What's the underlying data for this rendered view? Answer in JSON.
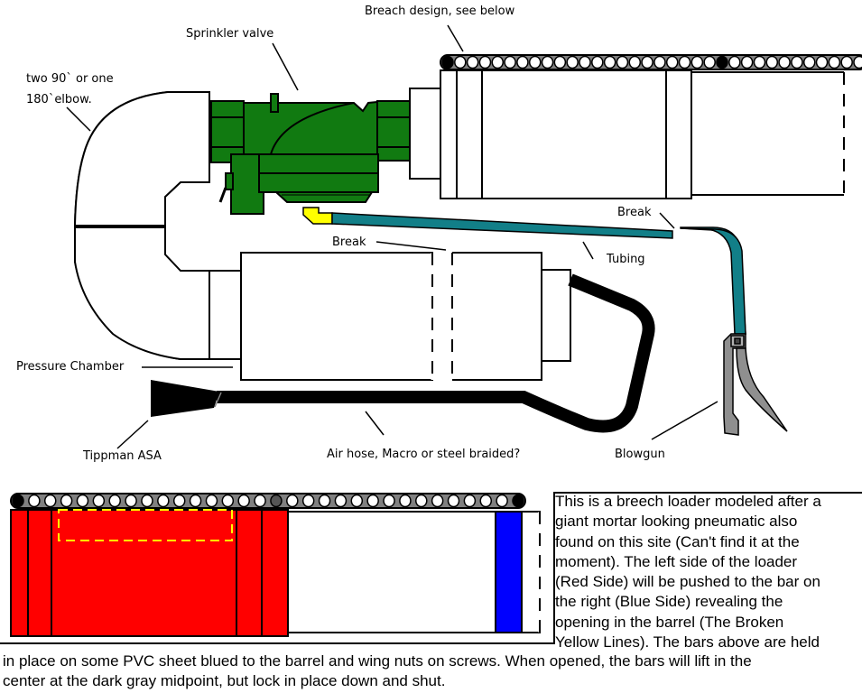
{
  "labels": {
    "elbow_line1": "two 90` or one",
    "elbow_line2": "180`elbow.",
    "sprinkler_valve": "Sprinkler valve",
    "breach_design": "Breach design, see below",
    "break_upper": "Break",
    "break_lower": "Break",
    "tubing": "Tubing",
    "pressure_chamber": "Pressure Chamber",
    "tippman": "Tippman ASA",
    "air_hose": "Air hose, Macro or steel braided?",
    "blowgun": "Blowgun"
  },
  "description": {
    "box_lines": [
      "This is a breech loader modeled after a",
      "giant mortar looking pneumatic also",
      "found on this site (Can't find it at the",
      "moment). The left side of the loader",
      "(Red Side) will be pushed to the bar on",
      "the right (Blue Side) revealing the",
      "opening in the barrel (The Broken",
      "Yellow Lines). The bars above are held"
    ],
    "tail_lines": [
      "in place on some PVC sheet blued to the barrel and wing nuts on screws. When opened, the bars will lift in the",
      "center at the dark gray midpoint, but lock in place down and shut."
    ]
  },
  "colors": {
    "valve_green": "#117a11",
    "tubing_teal": "#127f88",
    "fitting_yellow": "#ffff00",
    "red_side": "#ff0000",
    "blue_side": "#0000ff",
    "bar_gray": "#808080",
    "blowgun_gray": "#8f8f8f"
  }
}
